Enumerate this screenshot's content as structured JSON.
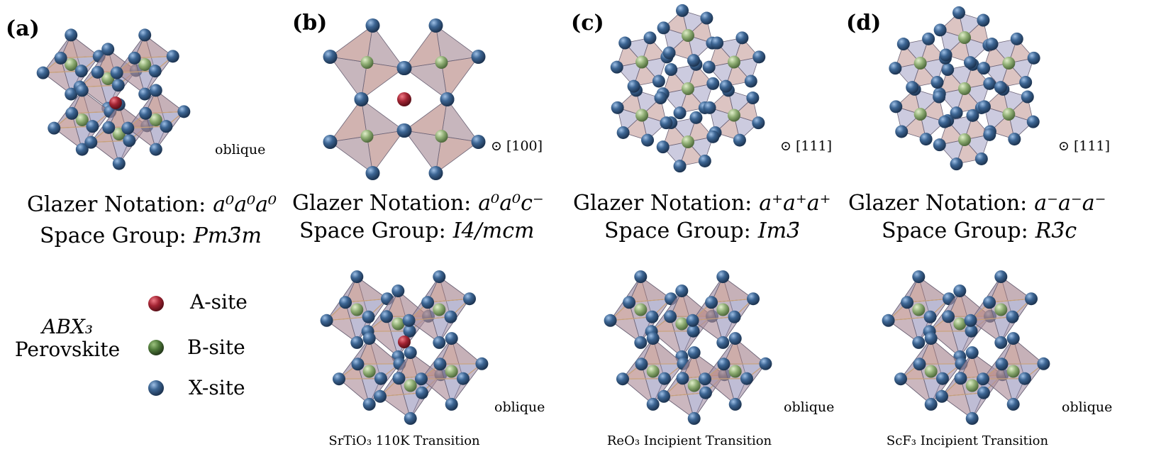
{
  "panels": [
    {
      "label": "(a)",
      "view": "oblique",
      "glazer_prefix": "Glazer Notation:",
      "glazer_value": "a⁰a⁰a⁰",
      "space_prefix": "Space Group:",
      "space_value": "Pm3̄m",
      "top_structure": "cubic-untilted"
    },
    {
      "label": "(b)",
      "view": "⊙ [100]",
      "glazer_prefix": "Glazer Notation:",
      "glazer_value": "a⁰a⁰c⁻",
      "space_prefix": "Space Group:",
      "space_value": "I4/mcm",
      "bottom_view": "oblique",
      "bottom_caption": "SrTiO₃ 110K Transition",
      "top_structure": "tilted-100"
    },
    {
      "label": "(c)",
      "view": "⊙ [111]",
      "glazer_prefix": "Glazer Notation:",
      "glazer_value": "a⁺a⁺a⁺",
      "space_prefix": "Space Group:",
      "space_value": "Im3̄",
      "bottom_view": "oblique",
      "bottom_caption": "ReO₃ Incipient Transition",
      "top_structure": "tilted-111"
    },
    {
      "label": "(d)",
      "view": "⊙ [111]",
      "glazer_prefix": "Glazer Notation:",
      "glazer_value": "a⁻a⁻a⁻",
      "space_prefix": "Space Group:",
      "space_value": "R3̄c",
      "bottom_view": "oblique",
      "bottom_caption": "ScF₃ Incipient Transition",
      "top_structure": "tilted-111"
    }
  ],
  "legend": {
    "title_line1": "ABX₃",
    "title_line2": "Perovskite",
    "items": [
      {
        "label": "A-site",
        "color": "#a32433"
      },
      {
        "label": "B-site",
        "color": "#4f7a3a"
      },
      {
        "label": "X-site",
        "color": "#3d6694"
      }
    ]
  },
  "colors": {
    "a_site": "#a32433",
    "b_site": "#8fae74",
    "x_site": "#3d6694",
    "octahedron_warm": "#b98a86",
    "octahedron_cool": "#9a98bf",
    "bond": "#c9a27a"
  }
}
